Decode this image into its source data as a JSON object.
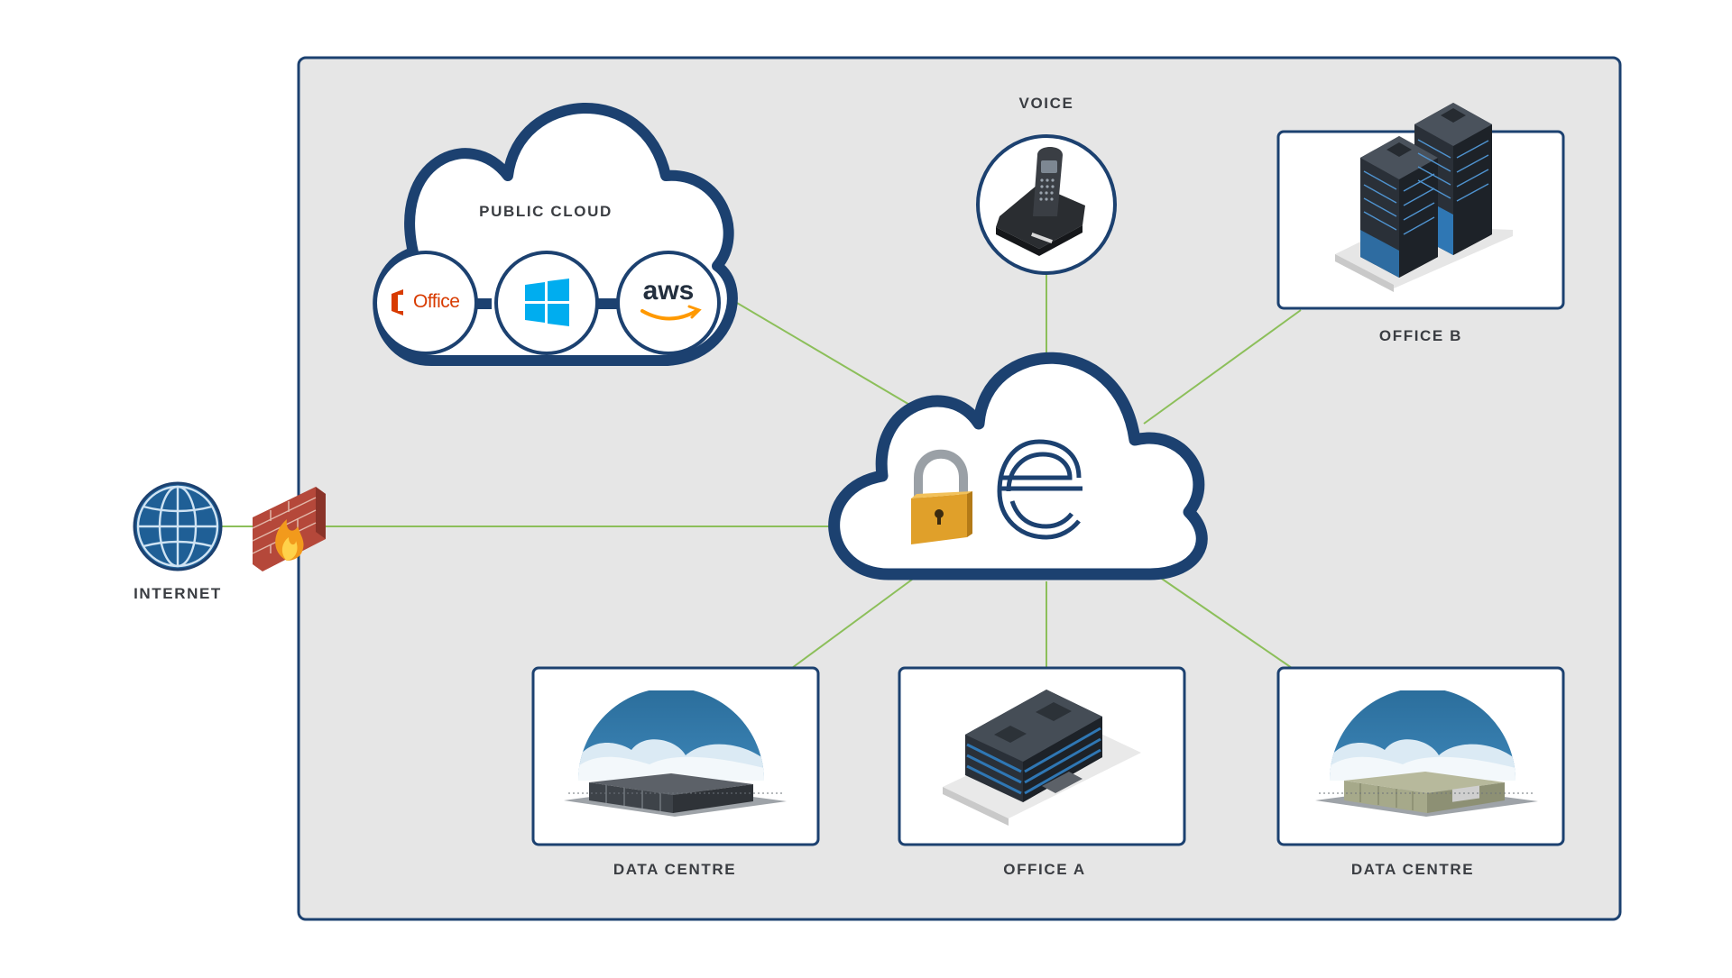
{
  "colors": {
    "navy": "#1c4170",
    "panel": "#e6e6e6",
    "link": "#8cbf5a",
    "sky": "#2b6e9c",
    "building_dark": "#2a3038",
    "building_accent": "#2f77b4",
    "lock_gold": "#e0a02a",
    "firewall_brick": "#b5483a",
    "office_red": "#d83b01",
    "windows_blue": "#00adef",
    "aws_orange": "#ff9900"
  },
  "labels": {
    "voice": "VOICE",
    "public_cloud": "PUBLIC CLOUD",
    "office_b": "OFFICE B",
    "internet": "INTERNET",
    "data_centre_left": "DATA CENTRE",
    "office_a": "OFFICE A",
    "data_centre_right": "DATA CENTRE"
  },
  "logos": {
    "office": "Office",
    "aws": "aws"
  },
  "icons": {
    "internet": "globe-icon",
    "firewall": "firewall-icon",
    "voice": "cordless-phone-icon",
    "security": "padlock-icon",
    "brand": "e-logo-icon",
    "windows": "windows-logo-icon"
  }
}
